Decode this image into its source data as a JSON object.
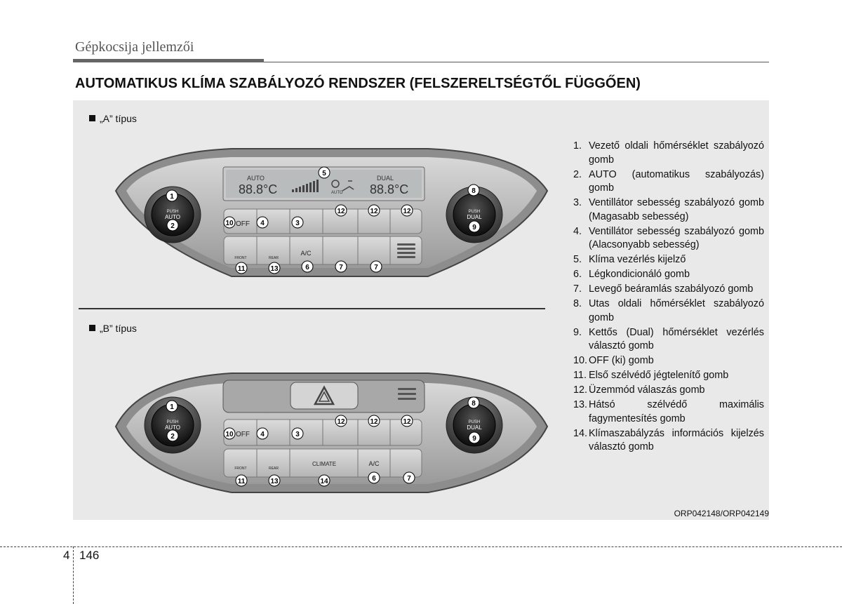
{
  "header": {
    "section_title": "Gépkocsija jellemzői"
  },
  "main_title": "AUTOMATIKUS KLÍMA SZABÁLYOZÓ RENDSZER (FELSZERELTSÉGTŐL FÜGGŐEN)",
  "type_a_label": "„A” típus",
  "type_b_label": "„B” típus",
  "panel_a": {
    "display_auto": "AUTO",
    "display_dual": "DUAL",
    "temp_left": "88.8°C",
    "temp_right": "88.8°C",
    "knob_left": {
      "push": "PUSH",
      "label": "AUTO"
    },
    "knob_right": {
      "push": "PUSH",
      "label": "DUAL"
    },
    "btn_off": "OFF",
    "btn_ac": "A/C",
    "btn_front": "FRONT",
    "btn_rear": "REAR"
  },
  "panel_b": {
    "knob_left": {
      "push": "PUSH",
      "label": "AUTO"
    },
    "knob_right": {
      "push": "PUSH",
      "label": "DUAL"
    },
    "btn_off": "OFF",
    "btn_climate": "CLIMATE",
    "btn_ac": "A/C",
    "btn_front": "FRONT",
    "btn_rear": "REAR"
  },
  "callouts": {
    "c1": "1",
    "c2": "2",
    "c3": "3",
    "c4": "4",
    "c5": "5",
    "c6": "6",
    "c7": "7",
    "c8": "8",
    "c9": "9",
    "c10": "10",
    "c11": "11",
    "c12": "12",
    "c13": "13",
    "c14": "14"
  },
  "legend": [
    {
      "num": "1.",
      "text": "Vezető oldali hőmérséklet szabályozó gomb"
    },
    {
      "num": "2.",
      "text": "AUTO (automatikus szabályozás) gomb"
    },
    {
      "num": "3.",
      "text": "Ventillátor sebesség szabályozó gomb (Magasabb sebesség)"
    },
    {
      "num": "4.",
      "text": "Ventillátor sebesség szabályozó gomb (Alacsonyabb sebesség)"
    },
    {
      "num": "5.",
      "text": "Klíma vezérlés kijelző"
    },
    {
      "num": "6.",
      "text": "Légkondicionáló gomb"
    },
    {
      "num": "7.",
      "text": "Levegő beáramlás szabályozó gomb"
    },
    {
      "num": "8.",
      "text": "Utas oldali hőmérséklet szabályozó gomb"
    },
    {
      "num": "9.",
      "text": "Kettős (Dual) hőmérséklet vezérlés választó gomb"
    },
    {
      "num": "10.",
      "text": "OFF (ki) gomb"
    },
    {
      "num": "11.",
      "text": "Első szélvédő jégtelenítő gomb"
    },
    {
      "num": "12.",
      "text": "Üzemmód válaszás gomb"
    },
    {
      "num": "13.",
      "text": "Hátsó szélvédő maximális fagymentesítés gomb"
    },
    {
      "num": "14.",
      "text": "Klímaszabályzás információs kijelzés választó gomb"
    }
  ],
  "image_code": "ORP042148/ORP042149",
  "page": {
    "section": "4",
    "number": "146"
  }
}
